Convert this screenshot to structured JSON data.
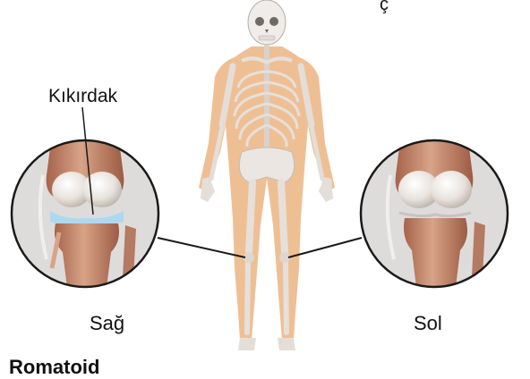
{
  "labels": {
    "cartilage": "Kıkırdak",
    "right_knee": "Sağ",
    "left_knee": "Sol",
    "bottom_fragment": "Romatoid",
    "top_fragment": "ç"
  },
  "colors": {
    "body_silhouette": "#efbf94",
    "bone": "#eeeae6",
    "bone_shadow": "#bdb7b2",
    "muscle": "#c98d72",
    "muscle_shadow": "#9e5a44",
    "cartilage_healthy": "#a9d8f2",
    "magnifier_bg": "#dedcdb",
    "outline": "#1a1a1a"
  },
  "icons": [
    "skeleton-figure",
    "knee-joint-healthy",
    "knee-joint-damaged",
    "magnifier-circle"
  ]
}
